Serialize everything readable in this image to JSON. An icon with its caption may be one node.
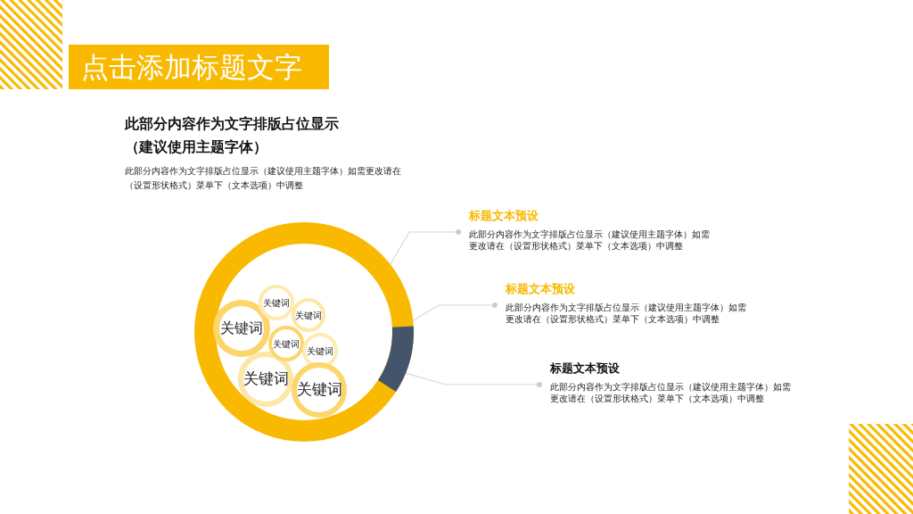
{
  "diagram": {
    "title": "点击添加标题文字",
    "nodes": [
      {
        "text": [],
        "shape": "circle"
      },
      {
        "text": [
          "关键词"
        ],
        "in": 0
      },
      {
        "text": [
          "关键词"
        ],
        "in": 0
      },
      {
        "text": [
          "关键词"
        ],
        "in": 0
      },
      {
        "text": [
          "关键词"
        ],
        "in": 0
      },
      {
        "text": [
          "关键词"
        ],
        "in": 0
      },
      {
        "text": [
          "关键词"
        ],
        "in": 0
      },
      {
        "text": [
          "关键词"
        ],
        "in": 0
      },
      {
        "text": [
          "标题文本预设",
          "此部分内容作为文字排版占位显示（建议使用主题字体）如需更改请在（设置形状格式）菜单下（文本选项）中调整"
        ]
      },
      {
        "text": [
          "标题文本预设",
          "此部分内容作为文字排版占位显示（建议使用主题字体）如需更改请在（设置形状格式）菜单下（文本选项）中调整"
        ]
      },
      {
        "text": [
          "标题文本预设",
          "此部分内容作为文字排版占位显示（建议使用主题字体）如需更改请在（设置形状格式）菜单下（文本选项）中调整"
        ]
      }
    ],
    "edges": [
      {
        "from": 0,
        "to": 8,
        "arrow": "other"
      },
      {
        "from": 0,
        "to": 9,
        "arrow": "other"
      },
      {
        "from": 0,
        "to": 10,
        "arrow": "other"
      }
    ],
    "labels": [
      "此部分内容作为文字排版占位显示（建议使用主题字体）",
      "此部分内容作为文字排版占位显示（建议使用主题字体）如需更改请在（设置形状格式）菜单下（文本选项）中调整"
    ]
  }
}
